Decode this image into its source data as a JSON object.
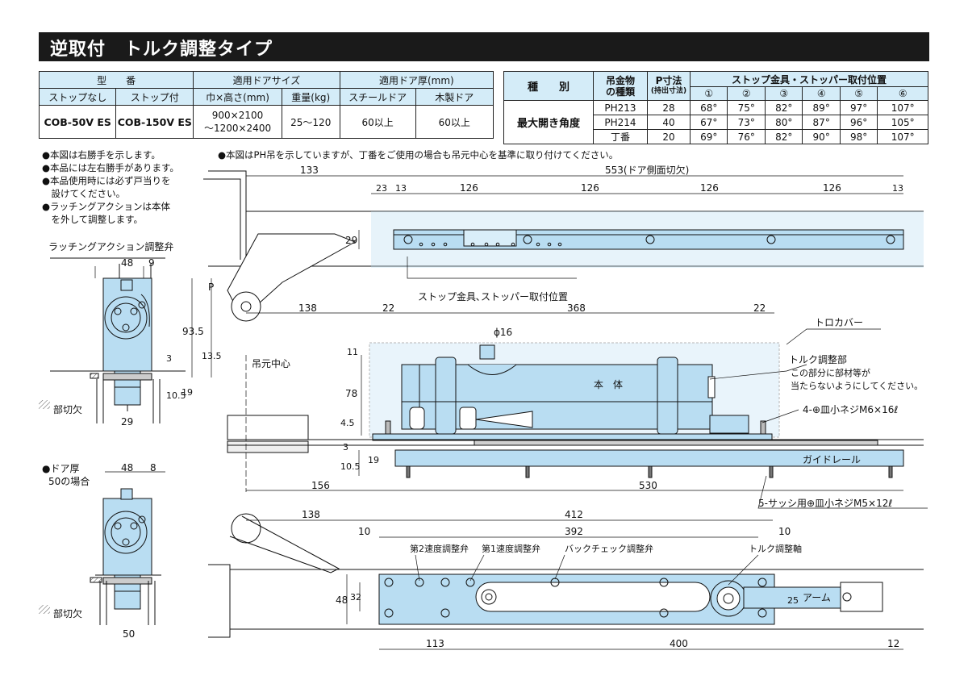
{
  "title": "逆取付　トルク調整タイプ",
  "spec_table": {
    "model_header": "型　　番",
    "door_size_header": "適用ドアサイズ",
    "door_thickness_header": "適用ドア厚(mm)",
    "col_no_stop": "ストップなし",
    "col_with_stop": "ストップ付",
    "col_wxh": "巾×高さ(mm)",
    "col_weight": "重量(kg)",
    "col_steel": "スチールドア",
    "col_wood": "木製ドア",
    "model_no_stop": "COB-50V ES",
    "model_with_stop": "COB-150V ES",
    "size_line1": "900×2100",
    "size_line2": "～1200×2400",
    "weight": "25～120",
    "steel": "60以上",
    "wood": "60以上"
  },
  "stop_table": {
    "kind": "種　　別",
    "hanger_line1": "吊金物",
    "hanger_line2": "の種類",
    "p_line1": "P寸法",
    "p_line2": "(持出寸法)",
    "stop_header": "ストップ金具・ストッパー取付位置",
    "positions": [
      "①",
      "②",
      "③",
      "④",
      "⑤",
      "⑥"
    ],
    "max_angle": "最大開き角度",
    "rows": [
      {
        "name": "PH213",
        "p": "28",
        "angles": [
          "68°",
          "75°",
          "82°",
          "89°",
          "97°",
          "107°"
        ]
      },
      {
        "name": "PH214",
        "p": "40",
        "angles": [
          "67°",
          "73°",
          "80°",
          "87°",
          "96°",
          "105°"
        ]
      },
      {
        "name": "丁番",
        "p": "20",
        "angles": [
          "69°",
          "76°",
          "82°",
          "90°",
          "98°",
          "107°"
        ]
      }
    ]
  },
  "notes": [
    "●本図は右勝手を示します。",
    "●本品には左右勝手があります。",
    "●本品使用時には必ず戸当りを",
    "　設けてください。",
    "●ラッチングアクションは本体",
    "　を外して調整します。"
  ],
  "top_note": "●本図はPH吊を示していますが、丁番をご使用の場合も吊元中心を基準に取り付けてください。",
  "labels": {
    "latching_valve": "ラッチングアクション調整弁",
    "cutout1": "部切欠",
    "cutout2": "部切欠",
    "thickness_note1": "●ドア厚",
    "thickness_note2": "50の場合",
    "stop_positions": "ストップ金具､ストッパー取付位置",
    "pivot_center": "吊元中心",
    "trough_cover": "トロカバー",
    "torque_part": "トルク調整部",
    "torque_warn1": "この部分に部材等が",
    "torque_warn2": "当たらないようにしてください。",
    "screw_m6": "4-⊕皿小ネジM6×16ℓ",
    "body": "本　体",
    "guide_rail": "ガイドレール",
    "sash_screw": "5-サッシ用⊕皿小ネジM5×12ℓ",
    "second_speed": "第2速度調整弁",
    "first_speed": "第1速度調整弁",
    "back_check": "バックチェック調整弁",
    "torque_shaft": "トルク調整軸",
    "arm": "アーム",
    "phi16": "ϕ16",
    "p_mark": "P"
  },
  "dims": {
    "d133": "133",
    "d553": "553(ドア側面切欠)",
    "d23": "23",
    "d13a": "13",
    "d126a": "126",
    "d126b": "126",
    "d126c": "126",
    "d126d": "126",
    "d13b": "13",
    "d29": "29",
    "d138a": "138",
    "d22a": "22",
    "d368": "368",
    "d22b": "22",
    "d11": "11",
    "d78": "78",
    "d45": "4.5",
    "d3": "3",
    "d105": "10.5",
    "d19": "19",
    "d156": "156",
    "d530": "530",
    "d138b": "138",
    "d412": "412",
    "d10a": "10",
    "d392": "392",
    "d10b": "10",
    "d48": "48",
    "d32": "32",
    "d25": "25",
    "d113": "113",
    "d400": "400",
    "d12": "12",
    "s48": "48",
    "s9": "9",
    "s935": "93.5",
    "s135": "13.5",
    "s3": "3",
    "s105": "10.5",
    "s19": "19",
    "s29": "29",
    "t48": "48",
    "t8": "8",
    "t50": "50"
  },
  "colors": {
    "part_fill": "#b9ddf2",
    "banner": "#1a1a1a",
    "header_fill": "#d4ecf8"
  }
}
